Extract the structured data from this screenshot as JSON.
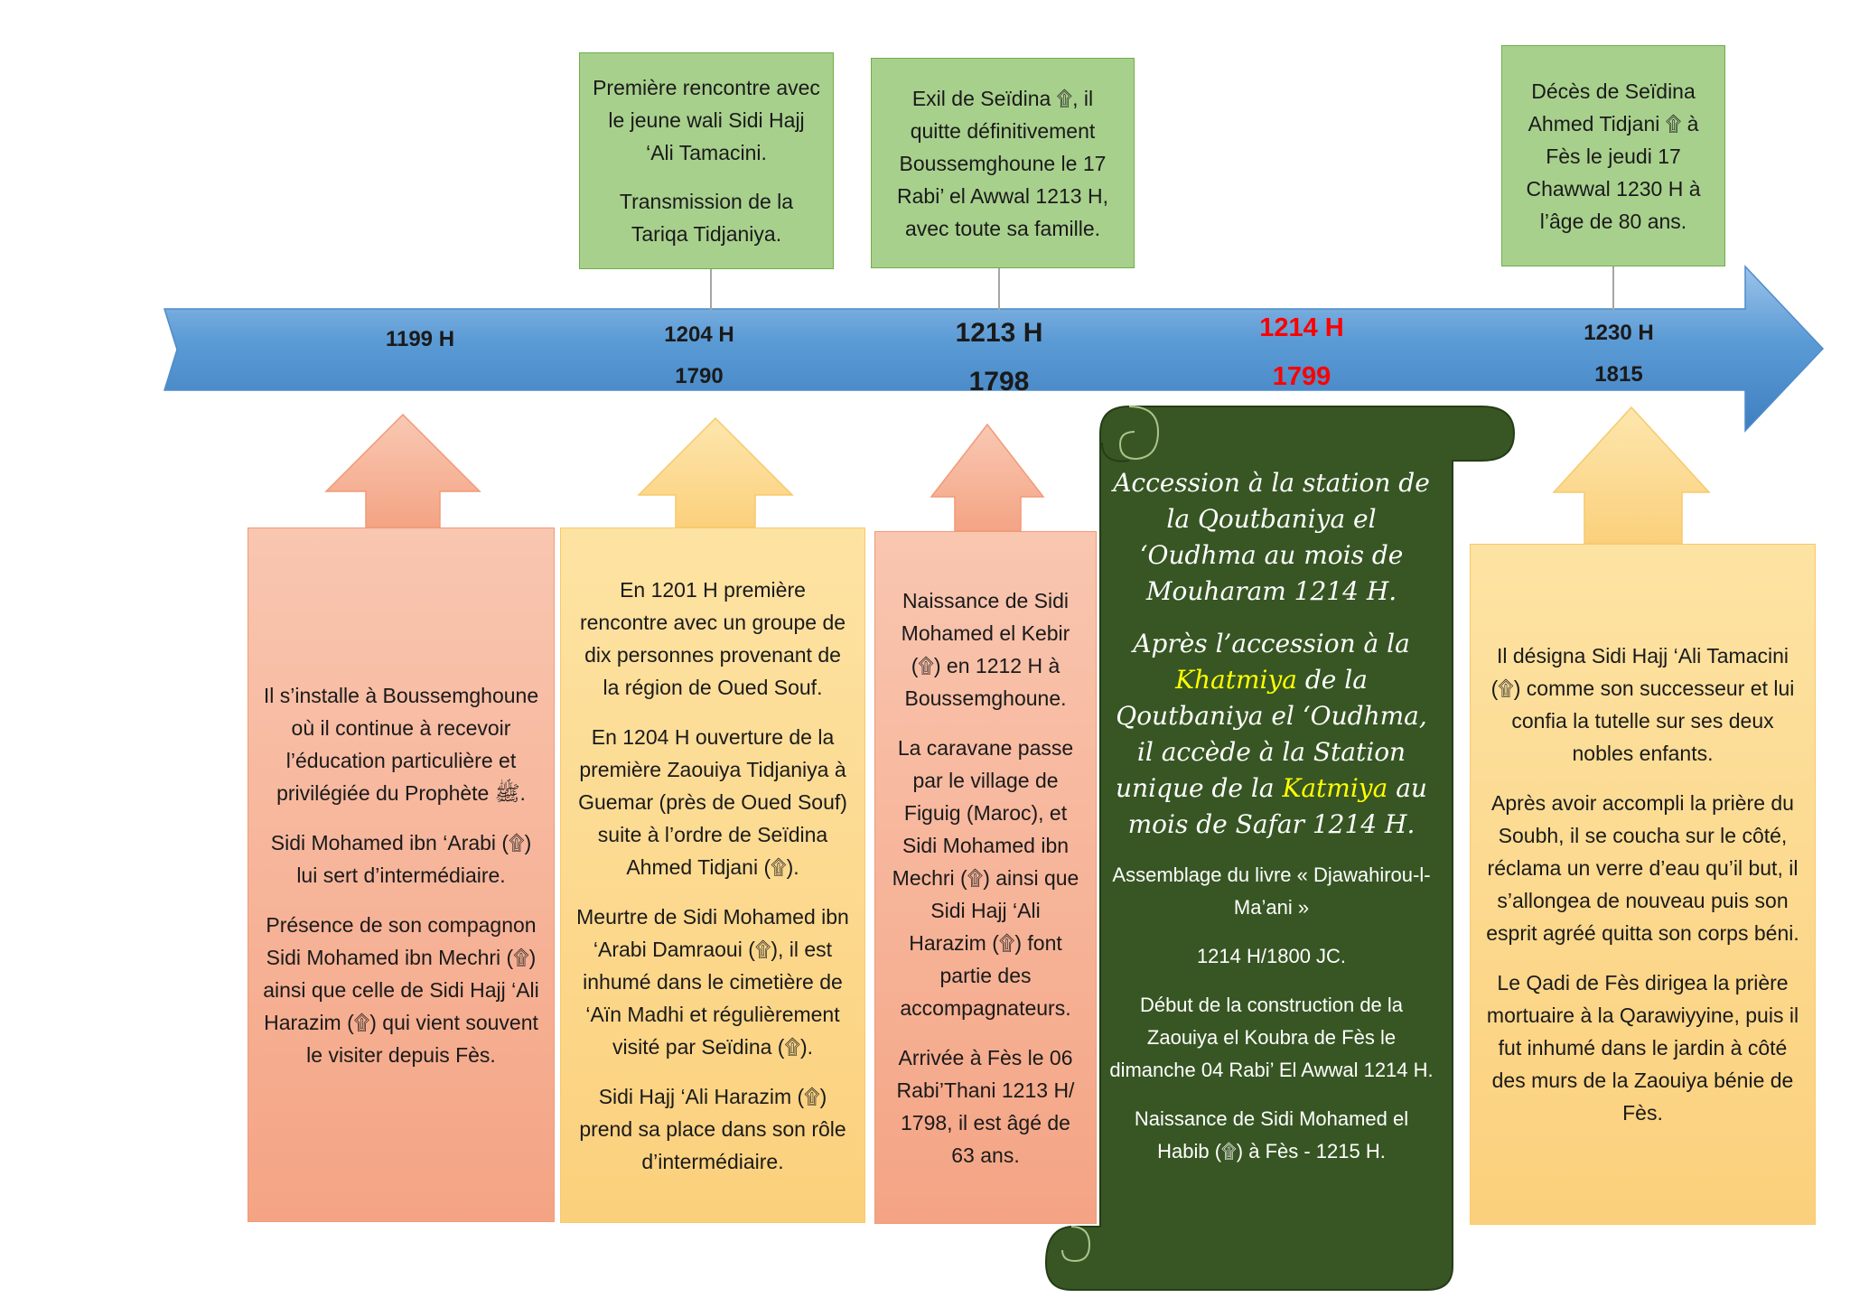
{
  "top_boxes": {
    "rencontre": [
      "Première rencontre avec le jeune wali Sidi Hajj ‘Ali Tamacini.",
      "Transmission de la Tariqa Tidjaniya."
    ],
    "exil": [
      "Exil de Seïdina ۩, il quitte définitivement Boussemghoune le 17 Rabi’ el Awwal 1213 H, avec toute sa famille."
    ],
    "deces": [
      "Décès de Seïdina Ahmed Tidjani ۩ à Fès le jeudi 17 Chawwal 1230 H à l’âge de 80 ans."
    ]
  },
  "timeline": {
    "t1199": {
      "hijri": "1199 H"
    },
    "t1204": {
      "hijri": "1204 H",
      "greg": "1790"
    },
    "t1213": {
      "hijri": "1213 H",
      "greg": "1798"
    },
    "t1214": {
      "hijri": "1214 H",
      "greg": "1799"
    },
    "t1230": {
      "hijri": "1230 H",
      "greg": "1815"
    }
  },
  "bottom_boxes": {
    "b1199": [
      "Il s’installe à Boussemghoune où il continue à recevoir l’éducation particulière et privilégiée du Prophète ﷺ.",
      "Sidi Mohamed ibn ‘Arabi (۩) lui sert d’intermédiaire.",
      "Présence de son compagnon Sidi Mohamed ibn Mechri (۩) ainsi que celle de Sidi Hajj ‘Ali Harazim (۩) qui vient souvent le visiter depuis Fès."
    ],
    "b1204": [
      "En 1201 H première rencontre avec un groupe de dix personnes provenant de la région de Oued Souf.",
      "En 1204 H ouverture de la première Zaouiya Tidjaniya à Guemar (près de Oued Souf) suite à l’ordre de Seïdina Ahmed Tidjani (۩).",
      "Meurtre de Sidi Mohamed ibn ‘Arabi Damraoui (۩), il est inhumé dans le cimetière de ‘Aïn Madhi et régulièrement visité par Seïdina (۩).",
      "Sidi Hajj ‘Ali Harazim (۩) prend sa place dans son rôle d’intermédiaire."
    ],
    "b1213": [
      "Naissance de Sidi Mohamed el Kebir (۩) en 1212 H à Boussemghoune.",
      "La caravane passe par le village de Figuig (Maroc), et Sidi Mohamed ibn Mechri (۩) ainsi que  Sidi Hajj ‘Ali Harazim (۩) font partie des accompagnateurs.",
      "Arrivée à Fès le 06 Rabi’Thani 1213 H/ 1798, il est âgé de 63 ans."
    ],
    "b1230": [
      "Il désigna Sidi Hajj ‘Ali Tamacini (۩) comme son successeur et lui confia la tutelle sur ses deux nobles enfants.",
      "Après avoir accompli la prière du Soubh, il se coucha sur le côté, réclama un verre d’eau qu’il but, il s’allongea de nouveau puis son esprit agréé quitta son corps béni.",
      "Le Qadi de Fès dirigea la prière mortuaire à la Qarawiyyine, puis il fut inhumé dans le jardin à côté des murs de la Zaouiya bénie de Fès."
    ]
  },
  "scroll": {
    "italic1": "Accession à la station de la Qoutbaniya el ‘Oudhma au mois de Mouharam 1214 H.",
    "italic2_a": "Après l’accession à la ",
    "italic2_hl1": "Khatmiya",
    "italic2_b": " de la Qoutbaniya el ‘Oudhma, il accède à la Station unique de la ",
    "italic2_hl2": "Katmiya",
    "italic2_c": " au mois de Safar 1214 H.",
    "notes": [
      "Assemblage du livre « Djawahirou-l-Ma’ani »",
      "1214 H/1800 JC.",
      "Début de la construction de la Zaouiya el Koubra de Fès  le dimanche 04 Rabi’ El Awwal 1214 H.",
      "Naissance de Sidi Mohamed el Habib (۩) à Fès - 1215 H."
    ]
  },
  "colors": {
    "timeline_arrow": "#5b9bd5",
    "top_box_fill": "#a8d08d",
    "salmon_fill": "#f4a484",
    "yellow_fill": "#fbd07c",
    "scroll_fill": "#375623",
    "highlight_red": "#ff0000",
    "scroll_highlight": "#ffff00"
  }
}
